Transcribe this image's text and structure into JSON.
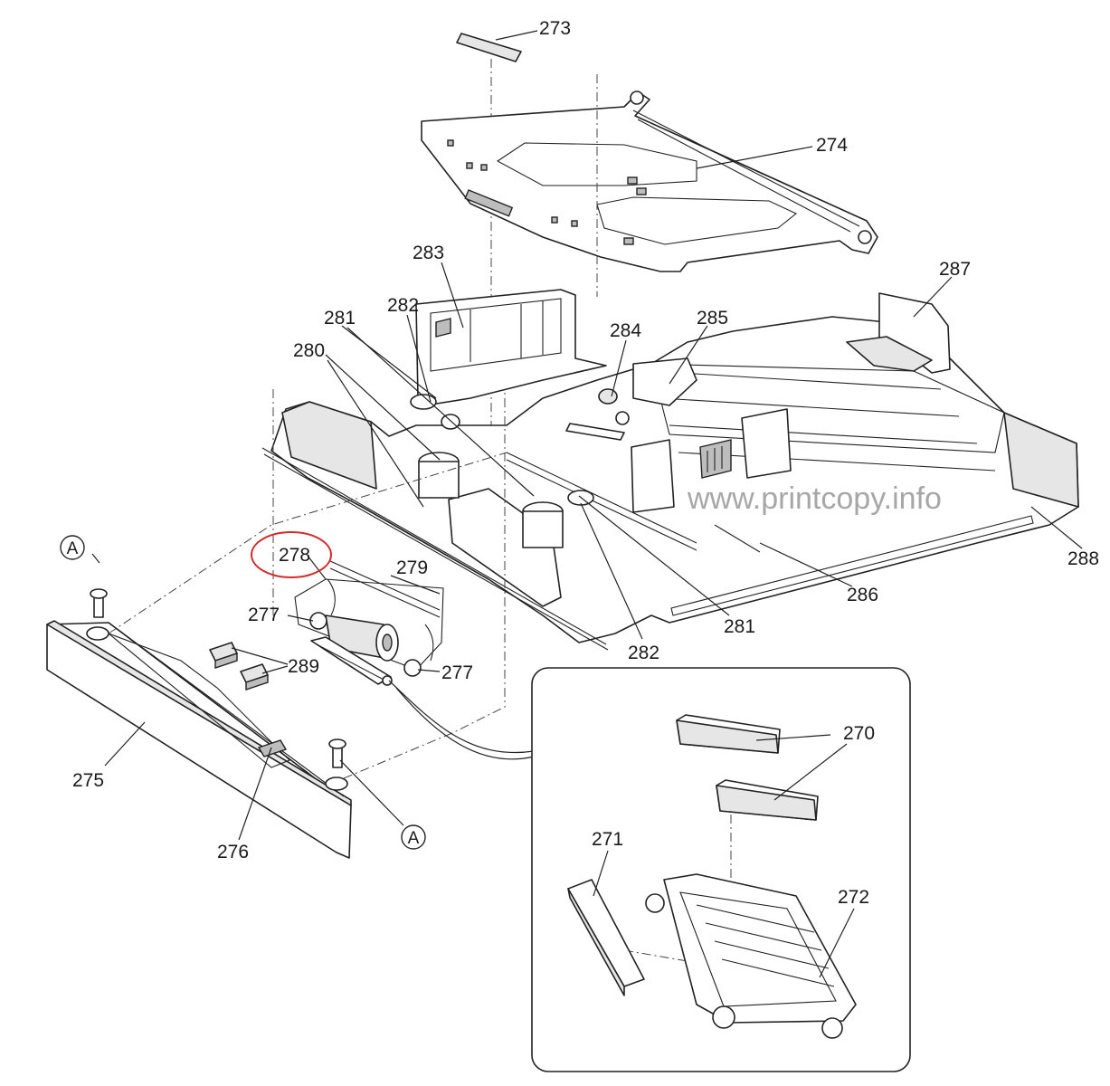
{
  "watermark": "www.printcopy.info",
  "highlight_color": "#d42a2a",
  "highlighted_part": "278",
  "callouts": {
    "c270": "270",
    "c271": "271",
    "c272": "272",
    "c273": "273",
    "c274": "274",
    "c275": "275",
    "c276": "276",
    "c277a": "277",
    "c277b": "277",
    "c278": "278",
    "c279": "279",
    "c280": "280",
    "c281a": "281",
    "c281b": "281",
    "c282a": "282",
    "c282b": "282",
    "c283": "283",
    "c284": "284",
    "c285": "285",
    "c286": "286",
    "c287": "287",
    "c288": "288",
    "c289": "289"
  },
  "reference_marks": {
    "a1": "A",
    "a2": "A"
  }
}
